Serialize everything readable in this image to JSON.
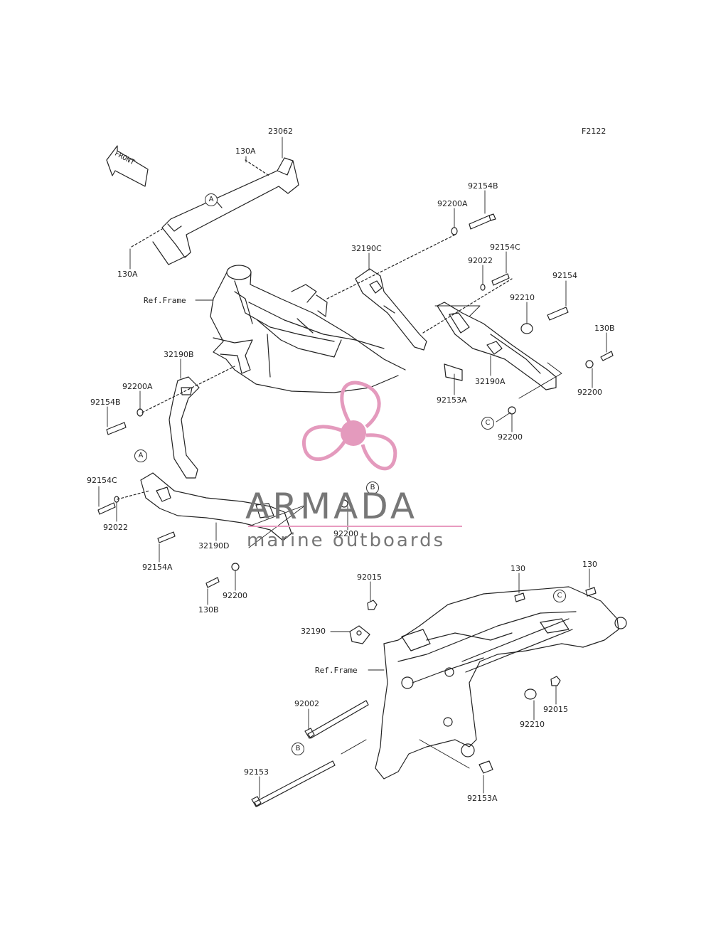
{
  "diagram_code": "F2122",
  "front_label": "FRONT",
  "watermark": {
    "brand": "ARMADA",
    "tagline": "marine outboards"
  },
  "refs": {
    "ref_frame": "Ref.Frame"
  },
  "circle_markers": {
    "a": "A",
    "b": "B",
    "c": "C"
  },
  "parts": {
    "p23062": "23062",
    "p130A_top": "130A",
    "p130A_left": "130A",
    "p92154B_right": "92154B",
    "p92200A_right": "92200A",
    "p32190C": "32190C",
    "p92154C_right": "92154C",
    "p92022_right": "92022",
    "p92154": "92154",
    "p92210_upper": "92210",
    "p130B_right": "130B",
    "p92153A_upper": "92153A",
    "p32190A": "32190A",
    "p92200_right": "92200",
    "p92200_lower": "92200",
    "p32190B": "32190B",
    "p92200A_left": "92200A",
    "p92154B_left": "92154B",
    "p92154C_left": "92154C",
    "p92022_left": "92022",
    "p32190D": "32190D",
    "p92154A": "92154A",
    "p92200_mid": "92200",
    "p92200_low_left": "92200",
    "p130B_left": "130B",
    "p92015_top": "92015",
    "p130_a": "130",
    "p130_b": "130",
    "p32190": "32190",
    "p92002": "92002",
    "p92015_right": "92015",
    "p92210_lower": "92210",
    "p92153": "92153",
    "p92153A_lower": "92153A"
  }
}
